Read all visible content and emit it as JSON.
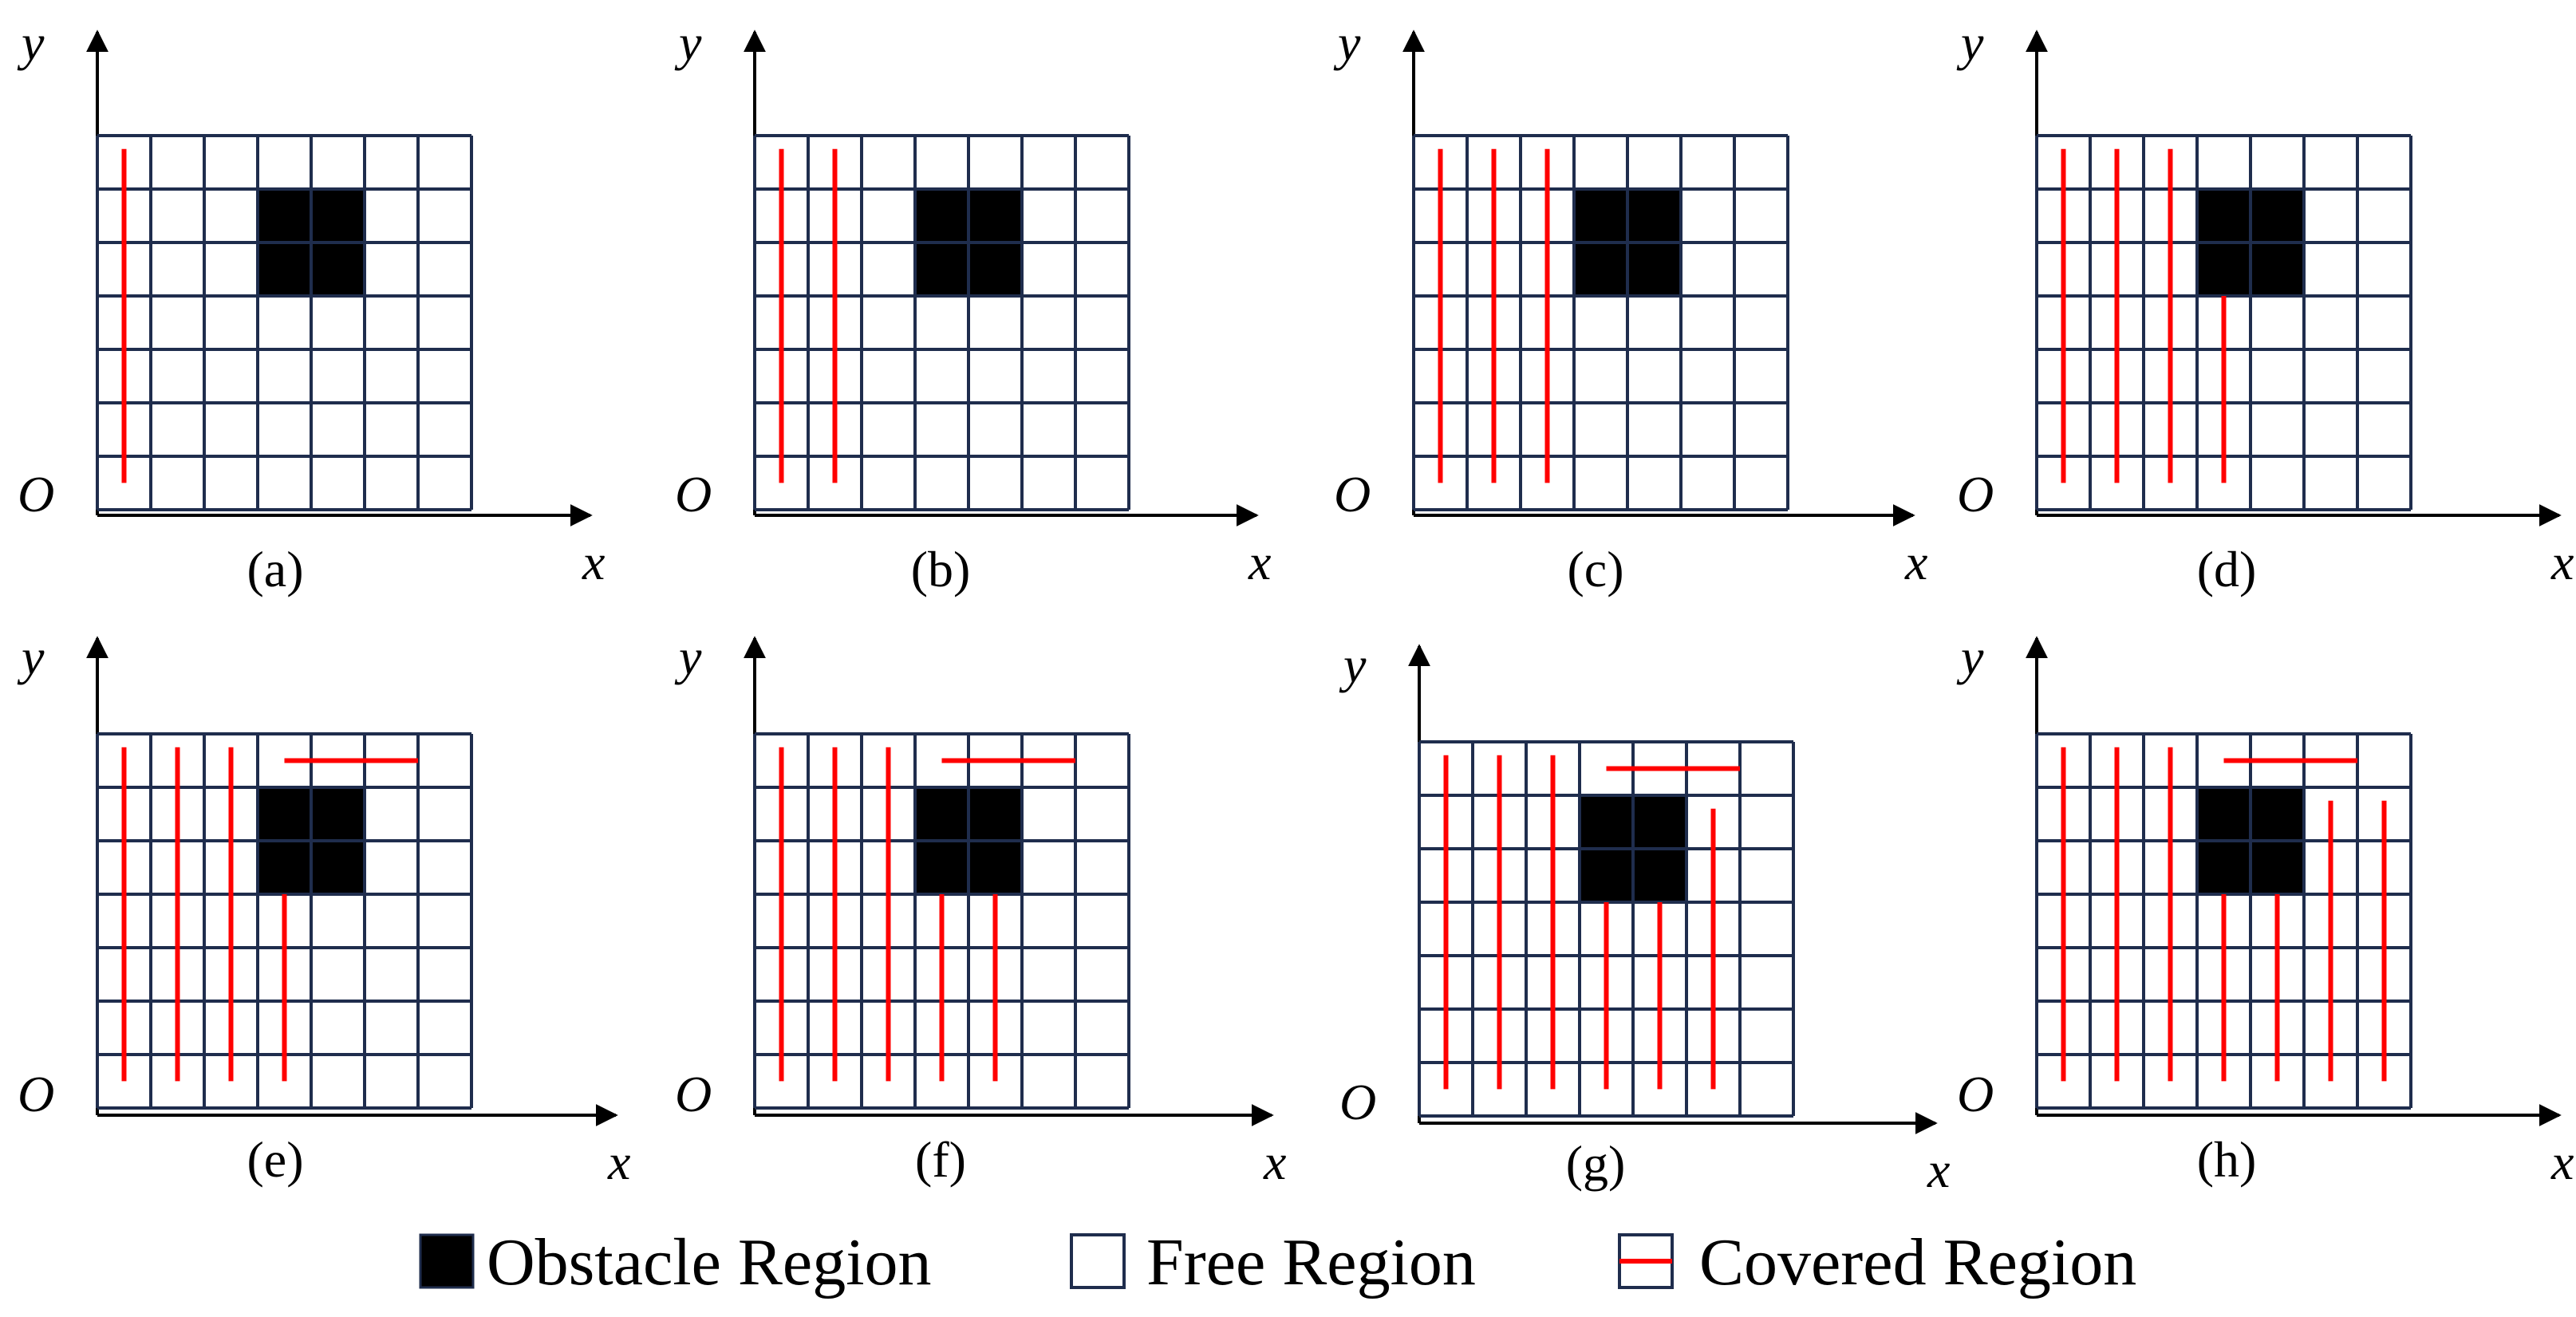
{
  "axis_labels": {
    "y": "y",
    "x": "x",
    "origin": "O"
  },
  "panels": [
    {
      "caption": "(a)"
    },
    {
      "caption": "(b)"
    },
    {
      "caption": "(c)"
    },
    {
      "caption": "(d)"
    },
    {
      "caption": "(e)"
    },
    {
      "caption": "(f)"
    },
    {
      "caption": "(g)"
    },
    {
      "caption": "(h)"
    }
  ],
  "legend": {
    "obstacle": "Obstacle Region",
    "free": "Free Region",
    "covered": "Covered Region"
  },
  "colors": {
    "grid": "#1f2d4d",
    "obstacle": "#000000",
    "covered": "#ff0000",
    "axis": "#000000"
  }
}
